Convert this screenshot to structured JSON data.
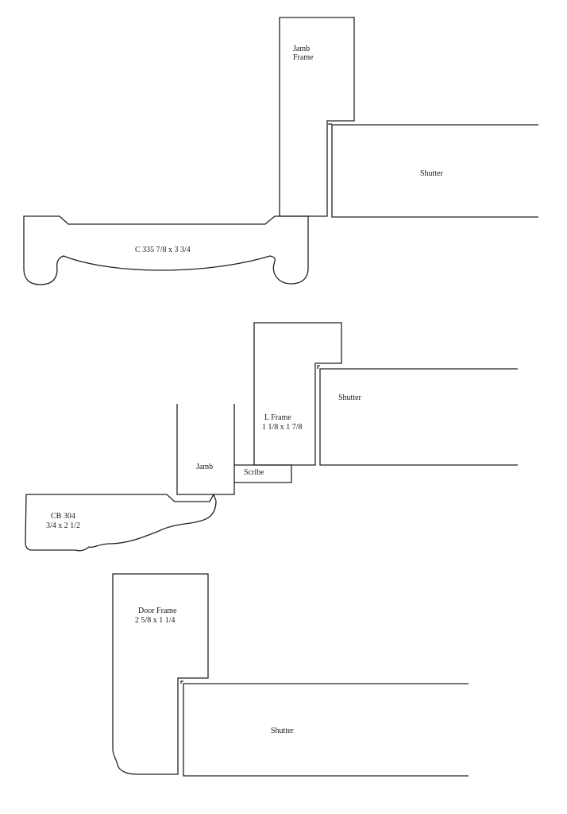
{
  "diagram_1": {
    "jamb_frame_label": [
      "Jamb",
      "Frame"
    ],
    "shutter_label": "Shutter",
    "casing_label": "C 335  7/8 x 3 3/4"
  },
  "diagram_2": {
    "l_frame_label": [
      "L Frame",
      "1 1/8 x 1 7/8"
    ],
    "shutter_label": "Shutter",
    "jamb_label": "Jamb",
    "scribe_label": "Scribe",
    "casing_label": [
      "CB 304",
      "3/4 x 2 1/2"
    ]
  },
  "diagram_3": {
    "door_frame_label": [
      "Door Frame",
      "2 5/8 x 1 1/4"
    ],
    "shutter_label": "Shutter"
  }
}
